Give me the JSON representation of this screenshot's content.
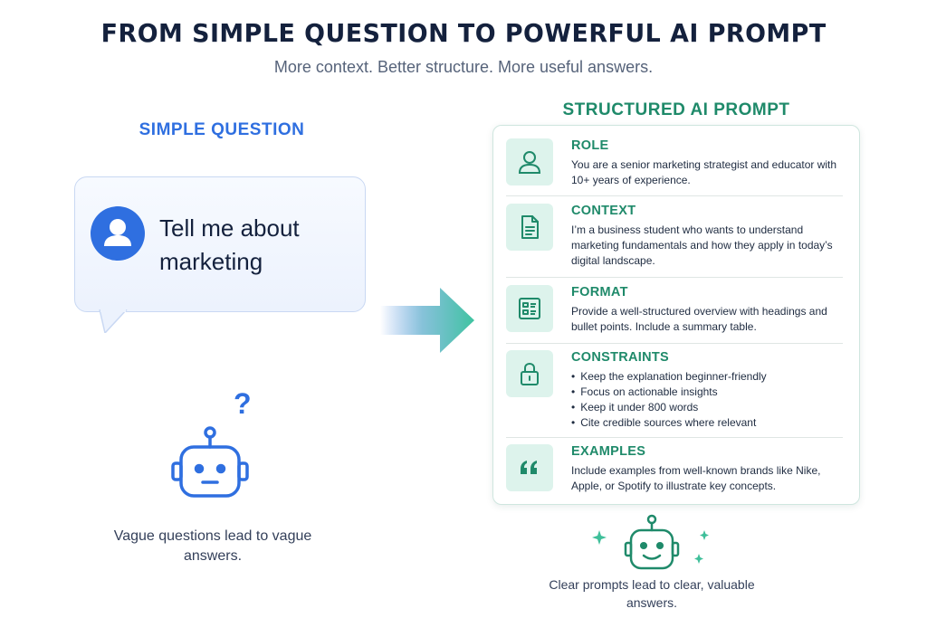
{
  "header": {
    "title": "FROM SIMPLE QUESTION TO POWERFUL AI PROMPT",
    "subtitle": "More context. Better structure. More useful answers."
  },
  "simple": {
    "heading": "SIMPLE QUESTION",
    "bubble_text": "Tell me about marketing",
    "question_mark": "?",
    "caption": "Vague questions lead to vague answers."
  },
  "structured": {
    "heading": "STRUCTURED AI PROMPT",
    "sections": [
      {
        "title": "ROLE",
        "icon": "user-icon",
        "text": "You are a senior marketing strategist and educator with 10+ years of experience."
      },
      {
        "title": "CONTEXT",
        "icon": "document-icon",
        "text": "I’m a business student who wants to understand marketing fundamentals and how they apply in today’s digital landscape."
      },
      {
        "title": "FORMAT",
        "icon": "format-icon",
        "text": "Provide a well-structured overview with headings and bullet points. Include a summary table."
      },
      {
        "title": "CONSTRAINTS",
        "icon": "lock-icon",
        "bullets": [
          "Keep the explanation beginner-friendly",
          "Focus on actionable insights",
          "Keep it under 800 words",
          "Cite credible sources where relevant"
        ]
      },
      {
        "title": "EXAMPLES",
        "icon": "quote-icon",
        "text": "Include examples from well-known brands like Nike, Apple, or Spotify to illustrate key concepts."
      }
    ],
    "caption": "Clear prompts lead to clear, valuable answers."
  },
  "colors": {
    "blue_accent": "#2f6fe0",
    "green_accent": "#1f8a6a",
    "title": "#14213d"
  }
}
